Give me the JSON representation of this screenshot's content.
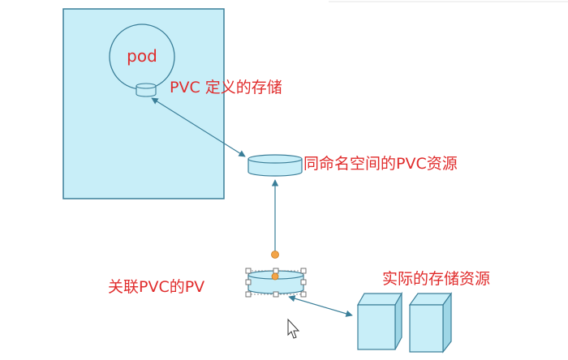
{
  "pod_label": "pod",
  "labels": {
    "pvc_defined_storage": "PVC 定义的存储",
    "pvc_same_namespace": "同命名空间的PVC资源",
    "pv_bound_to_pvc": "关联PVC的PV",
    "actual_storage": "实际的存储资源"
  },
  "colors": {
    "shape_fill": "#c8eef8",
    "shape_stroke": "#3a7e98",
    "label_red": "#e02b2b",
    "arrow": "#3a7e98",
    "handle": "#f3a447"
  }
}
